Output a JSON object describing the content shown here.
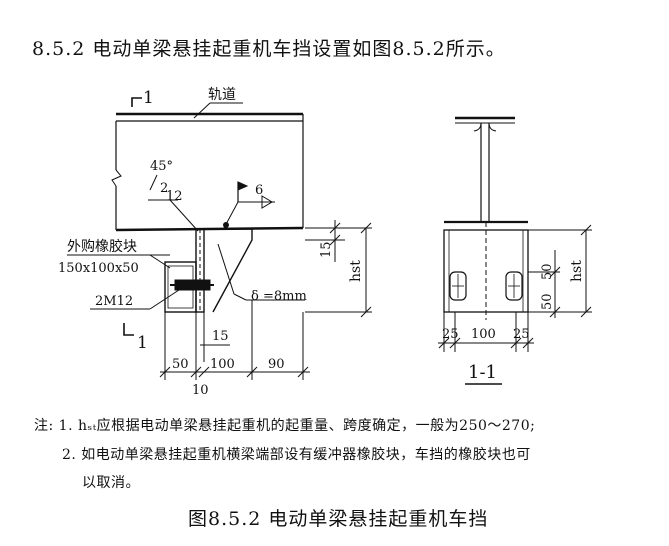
{
  "heading": "8.5.2 电动单梁悬挂起重机车挡设置如图8.5.2所示。",
  "drawing": {
    "section_mark": "1",
    "rail_label": "轨道",
    "angle": "45°",
    "weld_fillet": "12",
    "weld_mark": "6",
    "rubber_label": "外购橡胶块",
    "rubber_size": "150x100x50",
    "bolts": "2M12",
    "plate_thickness": "δ =8mm",
    "dim_15_top": "15",
    "dim_15": "15",
    "dim_50": "50",
    "dim_100": "100",
    "dim_90": "90",
    "dim_10": "10",
    "hst": "hst",
    "sec_25_left": "25",
    "sec_100": "100",
    "sec_25_right": "25",
    "sec_50_top": "50",
    "sec_50_bottom": "50",
    "section_title": "1-1"
  },
  "notes": {
    "line1": "注: 1. hₛₜ应根据电动单梁悬挂起重机的起重量、跨度确定，一般为250～270;",
    "line2": "2. 如电动单梁悬挂起重机横梁端部设有缓冲器橡胶块，车挡的橡胶块也可",
    "line3": "以取消。"
  },
  "caption": "图8.5.2 电动单梁悬挂起重机车挡"
}
